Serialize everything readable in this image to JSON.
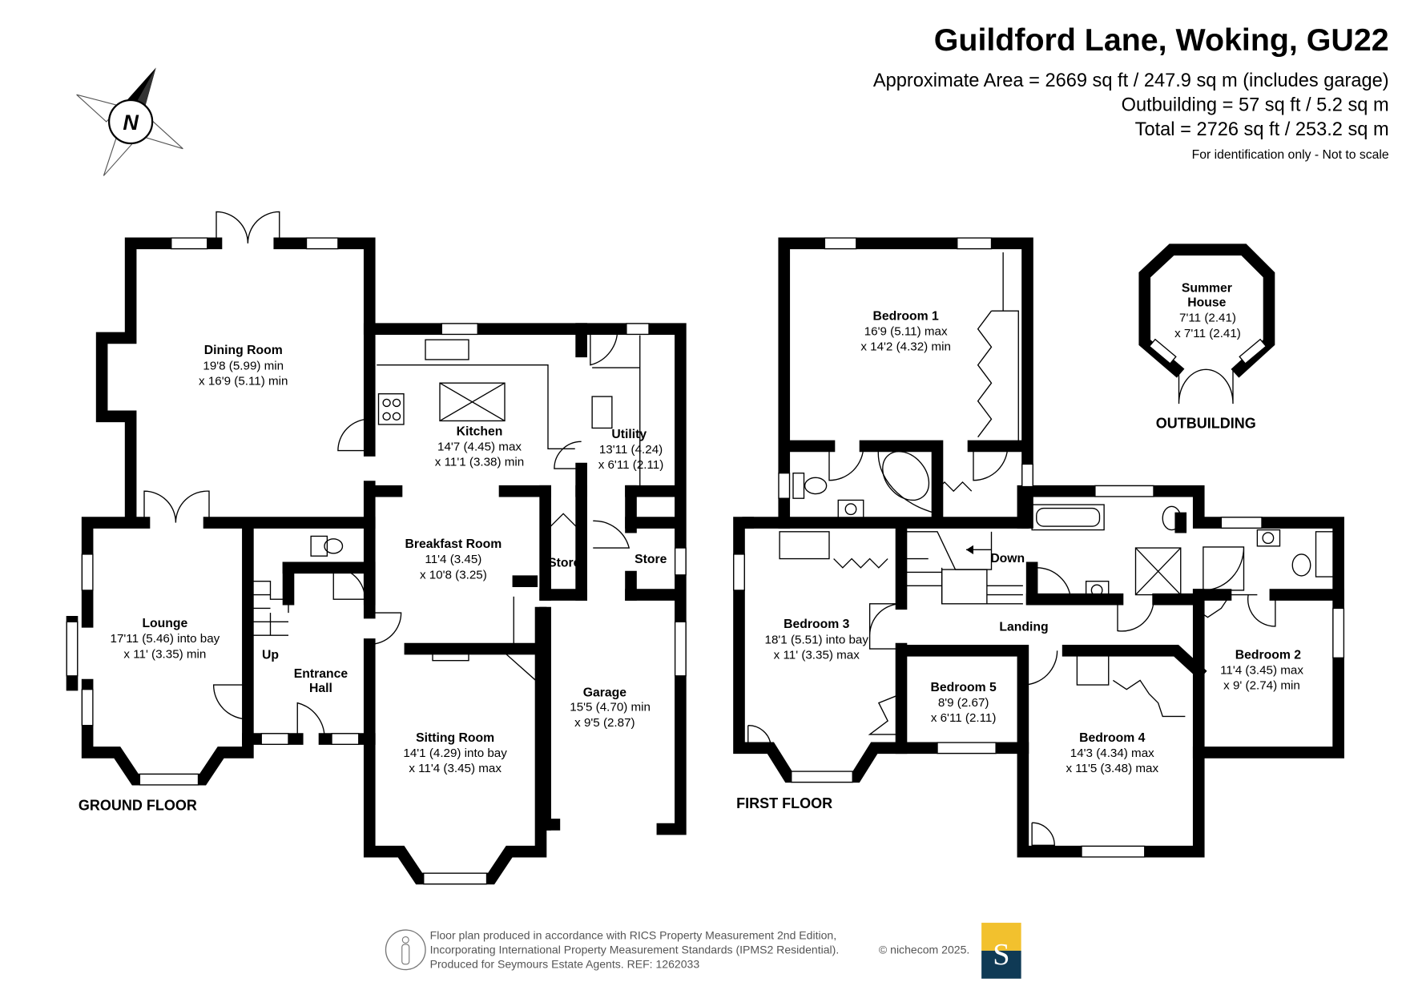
{
  "header": {
    "title": "Guildford Lane, Woking, GU22",
    "area": "Approximate Area = 2669 sq ft / 247.9 sq m (includes garage)",
    "outbuilding": "Outbuilding = 57 sq ft / 5.2 sq m",
    "total": "Total = 2726 sq ft / 253.2 sq m",
    "disclaimer": "For identification only - Not to scale"
  },
  "compass": {
    "label": "N"
  },
  "ground_floor": {
    "label": "GROUND FLOOR",
    "rooms": {
      "dining": {
        "name": "Dining Room",
        "d1": "19'8 (5.99) min",
        "d2": "x 16'9 (5.11) min"
      },
      "kitchen": {
        "name": "Kitchen",
        "d1": "14'7 (4.45) max",
        "d2": "x 11'1 (3.38) min"
      },
      "utility": {
        "name": "Utility",
        "d1": "13'11 (4.24)",
        "d2": "x 6'11 (2.11)"
      },
      "breakfast": {
        "name": "Breakfast Room",
        "d1": "11'4 (3.45)",
        "d2": "x 10'8 (3.25)"
      },
      "store1": {
        "name": "Store"
      },
      "store2": {
        "name": "Store"
      },
      "lounge": {
        "name": "Lounge",
        "d1": "17'11 (5.46) into bay",
        "d2": "x 11' (3.35) min"
      },
      "hall": {
        "name": "Entrance",
        "name2": "Hall"
      },
      "sitting": {
        "name": "Sitting Room",
        "d1": "14'1 (4.29) into bay",
        "d2": "x 11'4 (3.45) max"
      },
      "garage": {
        "name": "Garage",
        "d1": "15'5 (4.70) min",
        "d2": "x 9'5 (2.87)"
      }
    },
    "stairs_label": "Up"
  },
  "first_floor": {
    "label": "FIRST FLOOR",
    "rooms": {
      "bed1": {
        "name": "Bedroom 1",
        "d1": "16'9 (5.11) max",
        "d2": "x 14'2 (4.32) min"
      },
      "bed2": {
        "name": "Bedroom 2",
        "d1": "11'4 (3.45) max",
        "d2": "x 9' (2.74) min"
      },
      "bed3": {
        "name": "Bedroom 3",
        "d1": "18'1 (5.51) into bay",
        "d2": "x 11' (3.35) max"
      },
      "bed4": {
        "name": "Bedroom 4",
        "d1": "14'3 (4.34) max",
        "d2": "x 11'5 (3.48) max"
      },
      "bed5": {
        "name": "Bedroom 5",
        "d1": "8'9 (2.67)",
        "d2": "x 6'11 (2.11)"
      },
      "landing": {
        "name": "Landing"
      }
    },
    "stairs_label": "Down"
  },
  "outbuilding": {
    "label": "OUTBUILDING",
    "room": {
      "name": "Summer",
      "name2": "House",
      "d1": "7'11 (2.41)",
      "d2": "x 7'11 (2.41)"
    }
  },
  "footer": {
    "line1": "Floor plan produced in accordance with RICS Property Measurement 2nd Edition,",
    "line2": "Incorporating International Property Measurement Standards (IPMS2 Residential).",
    "copyright": "© nichecom 2025.",
    "line3": "Produced for Seymours Estate Agents.   REF: 1262033",
    "logo_letter": "S",
    "logo_colors": {
      "top": "#f2c12e",
      "bottom": "#0f3a55"
    }
  }
}
